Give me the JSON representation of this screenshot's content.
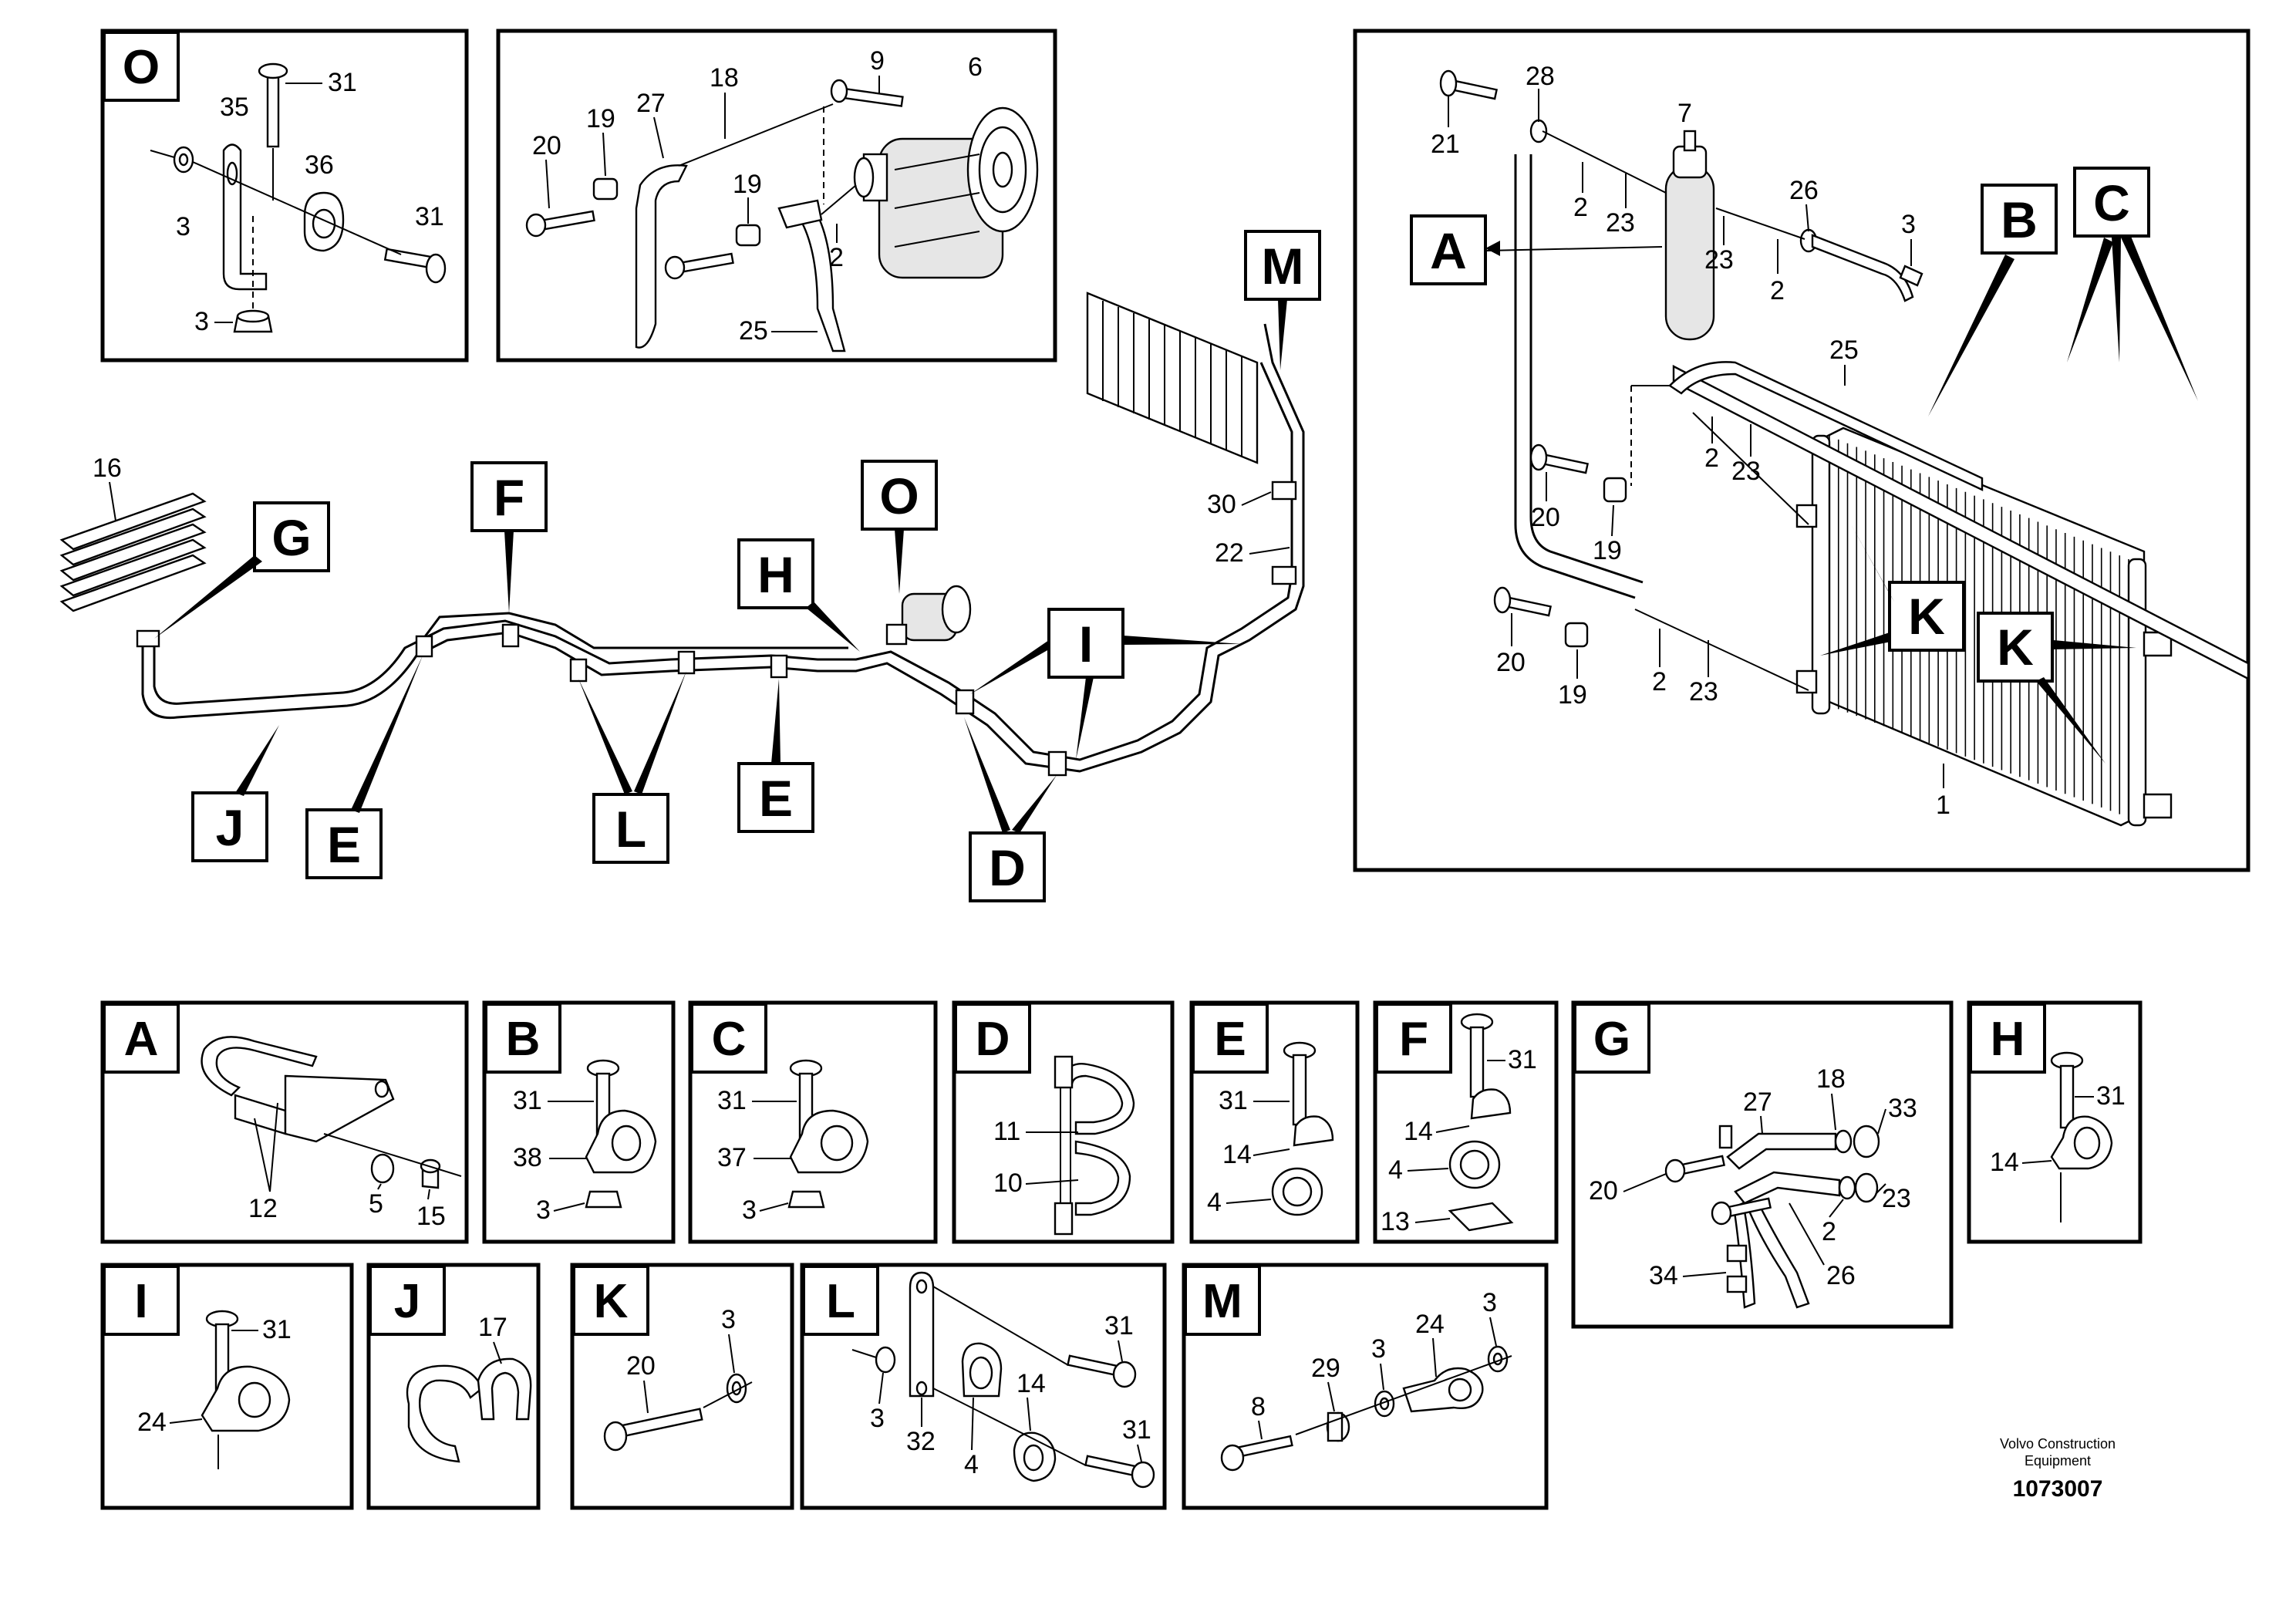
{
  "footer": {
    "brand_line1": "Volvo Construction",
    "brand_line2": "Equipment",
    "drawing_number": "1073007"
  },
  "overview": {
    "part_16": "16",
    "part_30": "30",
    "part_22": "22",
    "labels": {
      "G": "G",
      "F": "F",
      "H": "H",
      "O": "O",
      "M": "M",
      "I": "I",
      "J": "J",
      "E1": "E",
      "L": "L",
      "E2": "E",
      "D": "D"
    }
  },
  "detail_O": {
    "letter": "O",
    "parts": {
      "p31a": "31",
      "p35": "35",
      "p36": "36",
      "p3a": "3",
      "p31b": "31",
      "p3b": "3"
    }
  },
  "compressor_inset": {
    "parts": {
      "p9": "9",
      "p6": "6",
      "p18": "18",
      "p27": "27",
      "p20": "20",
      "p19a": "19",
      "p19b": "19",
      "p2": "2",
      "p25": "25"
    }
  },
  "condenser_inset": {
    "letters": {
      "A": "A",
      "B": "B",
      "C": "C",
      "K1": "K",
      "K2": "K"
    },
    "parts": {
      "p28": "28",
      "p21": "21",
      "p7": "7",
      "p26": "26",
      "p3": "3",
      "p2a": "2",
      "p23a": "23",
      "p23b": "23",
      "p2b": "2",
      "p25": "25",
      "p2c": "2",
      "p23c": "23",
      "p20a": "20",
      "p19a": "19",
      "p20b": "20",
      "p19b": "19",
      "p2d": "2",
      "p23d": "23",
      "p1": "1"
    }
  },
  "details": {
    "A": {
      "letter": "A",
      "parts": [
        "12",
        "5",
        "15"
      ]
    },
    "B": {
      "letter": "B",
      "parts": [
        "31",
        "38",
        "3"
      ]
    },
    "C": {
      "letter": "C",
      "parts": [
        "31",
        "37",
        "3"
      ]
    },
    "D": {
      "letter": "D",
      "parts": [
        "11",
        "10"
      ]
    },
    "E": {
      "letter": "E",
      "parts": [
        "31",
        "14",
        "4"
      ]
    },
    "F": {
      "letter": "F",
      "parts": [
        "31",
        "14",
        "4",
        "13"
      ]
    },
    "G": {
      "letter": "G",
      "parts": [
        "18",
        "27",
        "33",
        "20",
        "2",
        "23",
        "34",
        "26"
      ]
    },
    "H": {
      "letter": "H",
      "parts": [
        "31",
        "14"
      ]
    },
    "I": {
      "letter": "I",
      "parts": [
        "31",
        "24"
      ]
    },
    "J": {
      "letter": "J",
      "parts": [
        "17"
      ]
    },
    "K": {
      "letter": "K",
      "parts": [
        "3",
        "20"
      ]
    },
    "L": {
      "letter": "L",
      "parts": [
        "31",
        "3",
        "14",
        "32",
        "4",
        "31"
      ]
    },
    "M": {
      "letter": "M",
      "parts": [
        "3",
        "24",
        "29",
        "3",
        "8"
      ]
    }
  }
}
